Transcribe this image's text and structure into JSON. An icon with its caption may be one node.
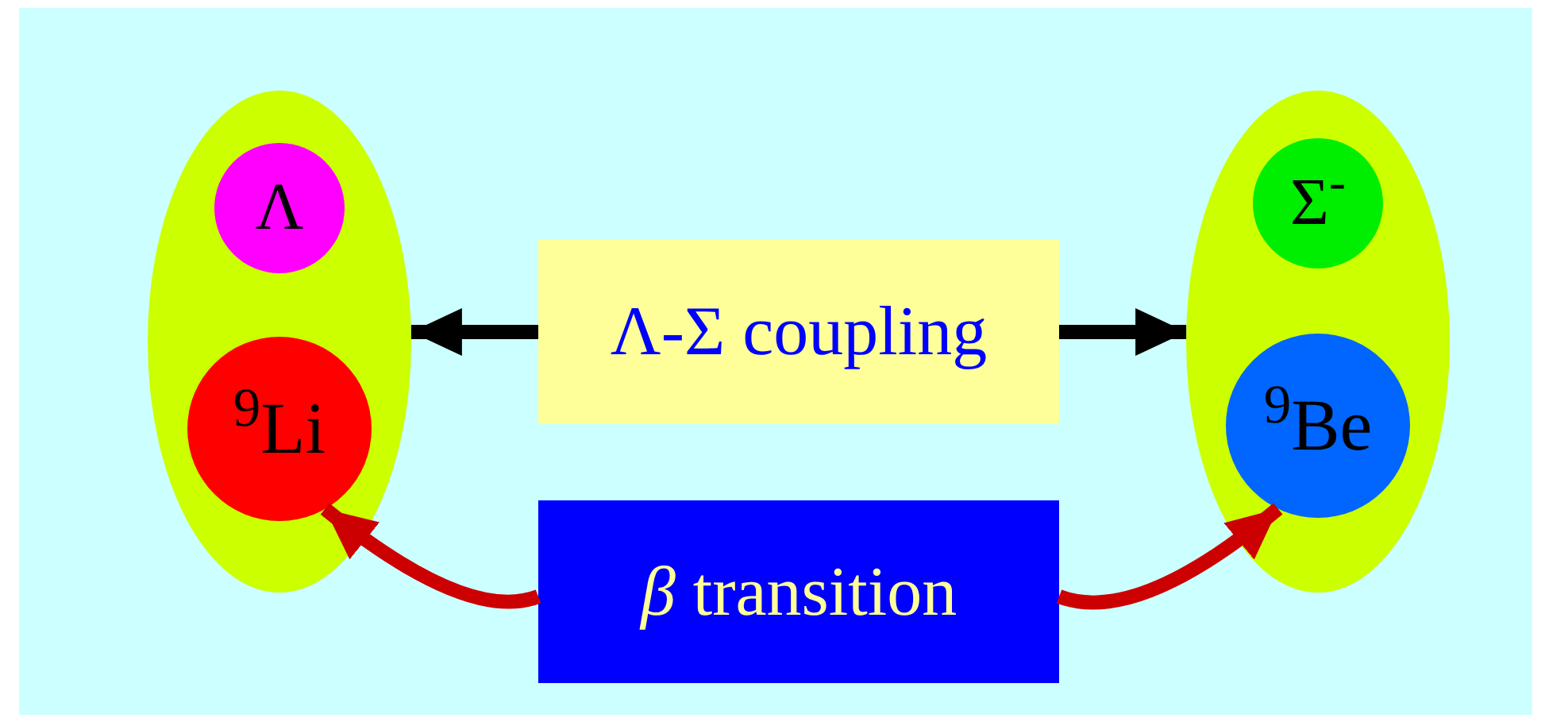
{
  "diagram": {
    "nodes": [
      {
        "text": [],
        "shape": "ellipse"
      },
      {
        "text": [
          "Λ"
        ],
        "in": 0
      },
      {
        "text": [
          "$^{9}$Li"
        ],
        "in": 0
      },
      {
        "text": [],
        "shape": "ellipse"
      },
      {
        "text": [
          "Σ$^{-}$"
        ],
        "in": 3
      },
      {
        "text": [
          "$^{9}$Be"
        ],
        "in": 3
      },
      {
        "text": [
          "Λ-Σ coupling"
        ]
      },
      {
        "text": [
          "*β* transition"
        ]
      }
    ],
    "edges": [
      {
        "from": 6,
        "to": 0,
        "arrow": "to"
      },
      {
        "from": 6,
        "to": 3,
        "arrow": "to"
      },
      {
        "from": 7,
        "to": 2,
        "arrow": "to",
        "color": "#cc0000"
      },
      {
        "from": 7,
        "to": 5,
        "arrow": "to",
        "color": "#cc0000"
      }
    ]
  }
}
